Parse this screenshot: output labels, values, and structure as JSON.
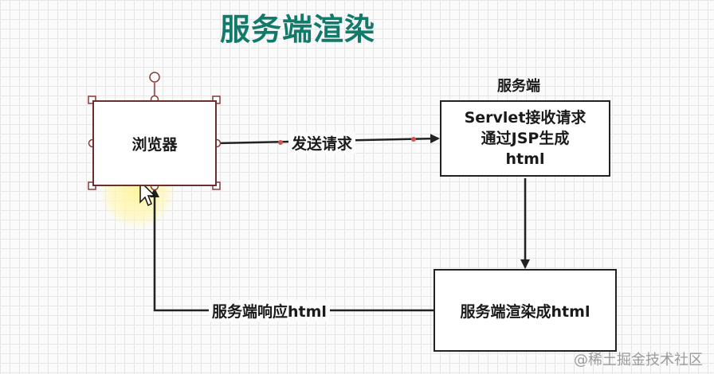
{
  "title": "服务端渲染",
  "browser_box": {
    "label": "浏览器"
  },
  "server_caption": "服务端",
  "server_box": {
    "line1": "Servlet接收请求",
    "line2": "通过JSP生成",
    "line3": "html"
  },
  "render_box": {
    "label": "服务端渲染成html"
  },
  "edge_request": "发送请求",
  "edge_response": "服务端响应html",
  "watermark": "@稀土掘金技术社区",
  "colors": {
    "title": "#117a6b",
    "selection_handle": "#8b3a3a",
    "cursor_highlight": "#fff6a8"
  }
}
